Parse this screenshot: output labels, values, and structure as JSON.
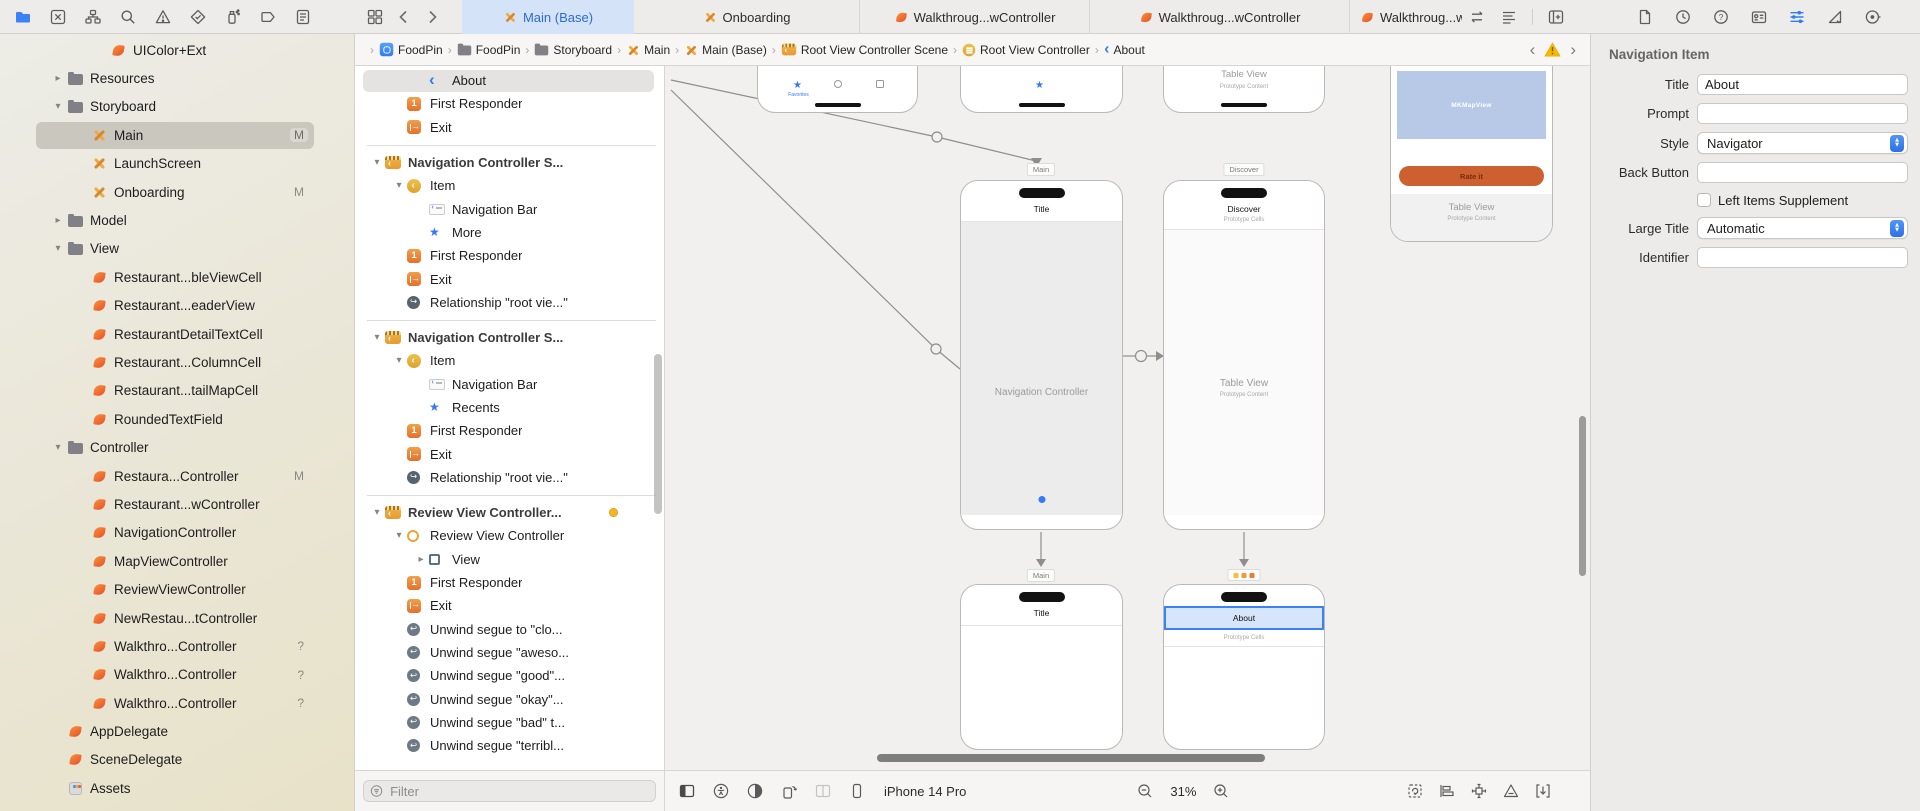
{
  "colors": {
    "accent": "#3478f6",
    "warning": "#f2b200",
    "swift_orange": "#e8642d",
    "storyboard_yellow": "#e9a13b",
    "tab_active_bg": "#d5e3f9",
    "selection_gray": "#c9c7be"
  },
  "toolbar": {
    "nav_icon_names": [
      "project-navigator-icon",
      "source-control-icon",
      "symbols-icon",
      "search-icon",
      "issues-icon",
      "tests-icon",
      "debug-icon",
      "breakpoints-icon",
      "reports-icon"
    ],
    "tabs": [
      {
        "label": "Main (Base)",
        "icon": "storyboard-icon",
        "state": "active"
      },
      {
        "label": "Onboarding",
        "icon": "storyboard-icon",
        "state": ""
      },
      {
        "label": "Walkthroug...wController",
        "icon": "swift-icon",
        "state": ""
      },
      {
        "label": "Walkthroug...wController",
        "icon": "swift-icon",
        "state": ""
      },
      {
        "label": "Walkthroug...wContr",
        "icon": "swift-icon",
        "state": ""
      }
    ]
  },
  "breadcrumb": {
    "items": [
      {
        "label": "FoodPin",
        "icon": "app-icon"
      },
      {
        "label": "FoodPin",
        "icon": "folder-icon"
      },
      {
        "label": "Storyboard",
        "icon": "folder-icon"
      },
      {
        "label": "Main",
        "icon": "storyboard-icon"
      },
      {
        "label": "Main (Base)",
        "icon": "storyboard-icon"
      },
      {
        "label": "Root View Controller Scene",
        "icon": "scene-icon"
      },
      {
        "label": "Root View Controller",
        "icon": "vc-icon"
      },
      {
        "label": "About",
        "icon": "back-chevron-icon"
      }
    ]
  },
  "sidebar": {
    "items": [
      {
        "label": "UIColor+Ext",
        "icon": "swift-icon",
        "indent": "s3"
      },
      {
        "label": "Resources",
        "icon": "folder-icon",
        "indent": "s1",
        "chevron": "chev-right"
      },
      {
        "label": "Storyboard",
        "icon": "folder-icon",
        "indent": "s1",
        "chevron": "chev-down"
      },
      {
        "label": "Main",
        "icon": "storyboard-icon",
        "indent": "s2",
        "badge": "M",
        "state": "selected"
      },
      {
        "label": "LaunchScreen",
        "icon": "storyboard-icon",
        "indent": "s2"
      },
      {
        "label": "Onboarding",
        "icon": "storyboard-icon",
        "indent": "s2",
        "badge": "M"
      },
      {
        "label": "Model",
        "icon": "folder-icon",
        "indent": "s1",
        "chevron": "chev-right"
      },
      {
        "label": "View",
        "icon": "folder-icon",
        "indent": "s1",
        "chevron": "chev-down"
      },
      {
        "label": "Restaurant...bleViewCell",
        "icon": "swift-icon",
        "indent": "s2"
      },
      {
        "label": "Restaurant...eaderView",
        "icon": "swift-icon",
        "indent": "s2"
      },
      {
        "label": "RestaurantDetailTextCell",
        "icon": "swift-icon",
        "indent": "s2"
      },
      {
        "label": "Restaurant...ColumnCell",
        "icon": "swift-icon",
        "indent": "s2"
      },
      {
        "label": "Restaurant...tailMapCell",
        "icon": "swift-icon",
        "indent": "s2"
      },
      {
        "label": "RoundedTextField",
        "icon": "swift-icon",
        "indent": "s2"
      },
      {
        "label": "Controller",
        "icon": "folder-icon",
        "indent": "s1",
        "chevron": "chev-down"
      },
      {
        "label": "Restaura...Controller",
        "icon": "swift-icon",
        "indent": "s2",
        "badge": "M"
      },
      {
        "label": "Restaurant...wController",
        "icon": "swift-icon",
        "indent": "s2"
      },
      {
        "label": "NavigationController",
        "icon": "swift-icon",
        "indent": "s2"
      },
      {
        "label": "MapViewController",
        "icon": "swift-icon",
        "indent": "s2"
      },
      {
        "label": "ReviewViewController",
        "icon": "swift-icon",
        "indent": "s2"
      },
      {
        "label": "NewRestau...tController",
        "icon": "swift-icon",
        "indent": "s2"
      },
      {
        "label": "Walkthro...Controller",
        "icon": "swift-icon",
        "indent": "s2",
        "badge": "?"
      },
      {
        "label": "Walkthro...Controller",
        "icon": "swift-icon",
        "indent": "s2",
        "badge": "?"
      },
      {
        "label": "Walkthro...Controller",
        "icon": "swift-icon",
        "indent": "s2",
        "badge": "?"
      },
      {
        "label": "AppDelegate",
        "icon": "swift-icon",
        "indent": "s1b"
      },
      {
        "label": "SceneDelegate",
        "icon": "swift-icon",
        "indent": "s1b"
      },
      {
        "label": "Assets",
        "icon": "assets-icon",
        "indent": "s1b"
      }
    ]
  },
  "outline": {
    "filter_placeholder": "Filter",
    "rows": [
      {
        "label": "About",
        "icon": "back-chevron-icon",
        "indent": "o3",
        "state": "selected"
      },
      {
        "label": "First Responder",
        "icon": "first-responder-icon",
        "indent": "o2"
      },
      {
        "label": "Exit",
        "icon": "exit-icon",
        "indent": "o2"
      },
      {
        "kind": "divider"
      },
      {
        "label": "Navigation Controller S...",
        "icon": "scene-icon",
        "indent": "o1",
        "chevron": "chev-down",
        "weight": "bold"
      },
      {
        "label": "Item",
        "icon": "nav-item-icon",
        "indent": "o2",
        "chevron": "chev-down"
      },
      {
        "label": "Navigation Bar",
        "icon": "navbar-icon",
        "indent": "o3"
      },
      {
        "label": "More",
        "icon": "star-icon",
        "indent": "o3"
      },
      {
        "label": "First Responder",
        "icon": "first-responder-icon",
        "indent": "o2"
      },
      {
        "label": "Exit",
        "icon": "exit-icon",
        "indent": "o2"
      },
      {
        "label": "Relationship \"root vie...\"",
        "icon": "relationship-icon",
        "indent": "o2"
      },
      {
        "kind": "divider"
      },
      {
        "label": "Navigation Controller S...",
        "icon": "scene-icon",
        "indent": "o1",
        "chevron": "chev-down",
        "weight": "bold"
      },
      {
        "label": "Item",
        "icon": "nav-item-icon",
        "indent": "o2",
        "chevron": "chev-down"
      },
      {
        "label": "Navigation Bar",
        "icon": "navbar-icon",
        "indent": "o3"
      },
      {
        "label": "Recents",
        "icon": "star-icon",
        "indent": "o3"
      },
      {
        "label": "First Responder",
        "icon": "first-responder-icon",
        "indent": "o2"
      },
      {
        "label": "Exit",
        "icon": "exit-icon",
        "indent": "o2"
      },
      {
        "label": "Relationship \"root vie...\"",
        "icon": "relationship-icon",
        "indent": "o2"
      },
      {
        "kind": "divider"
      },
      {
        "label": "Review View Controller...",
        "icon": "scene-icon",
        "indent": "o1",
        "chevron": "chev-down",
        "weight": "bold",
        "trailing": "warn"
      },
      {
        "label": "Review View Controller",
        "icon": "ring-icon",
        "indent": "o2",
        "chevron": "chev-down"
      },
      {
        "label": "View",
        "icon": "view-icon",
        "indent": "o3",
        "chevron": "chev-right"
      },
      {
        "label": "First Responder",
        "icon": "first-responder-icon",
        "indent": "o2"
      },
      {
        "label": "Exit",
        "icon": "exit-icon",
        "indent": "o2"
      },
      {
        "label": "Unwind segue to \"clo...",
        "icon": "unwind-icon",
        "indent": "o2"
      },
      {
        "label": "Unwind segue \"aweso...",
        "icon": "unwind-icon",
        "indent": "o2"
      },
      {
        "label": "Unwind segue \"good\"...",
        "icon": "unwind-icon",
        "indent": "o2"
      },
      {
        "label": "Unwind segue \"okay\"...",
        "icon": "unwind-icon",
        "indent": "o2"
      },
      {
        "label": "Unwind segue \"bad\" t...",
        "icon": "unwind-icon",
        "indent": "o2"
      },
      {
        "label": "Unwind segue \"terribl...",
        "icon": "unwind-icon",
        "indent": "o2"
      }
    ]
  },
  "canvas": {
    "tag_main_top": "Main",
    "tag_discover": "Discover",
    "tag_main_bottom": "Main",
    "p1_tab_label": "Favorites",
    "p3_title": "Table View",
    "p3_sub": "Prototype Content",
    "p4_map_label": "MKMapView",
    "p4_button": "Rate it",
    "p4_section_title": "Table View",
    "p4_section_sub": "Prototype Content",
    "p5_title": "Title",
    "p5_center": "Navigation Controller",
    "p6_title": "Discover",
    "p6_cells": "Prototype Cells",
    "p6_center": "Table View",
    "p6_center_sub": "Prototype Content",
    "p7_title": "Title",
    "p8_title": "About",
    "p8_cells": "Prototype Cells"
  },
  "inspector": {
    "header": "Navigation Item",
    "title_label": "Title",
    "title_value": "About",
    "prompt_label": "Prompt",
    "prompt_value": "",
    "style_label": "Style",
    "style_value": "Navigator",
    "back_label": "Back Button",
    "back_value": "",
    "checkbox_label": "Left Items Supplement",
    "large_title_label": "Large Title",
    "large_title_value": "Automatic",
    "identifier_label": "Identifier",
    "identifier_value": ""
  },
  "bottombar": {
    "device": "iPhone 14 Pro",
    "zoom_level": "31%"
  }
}
